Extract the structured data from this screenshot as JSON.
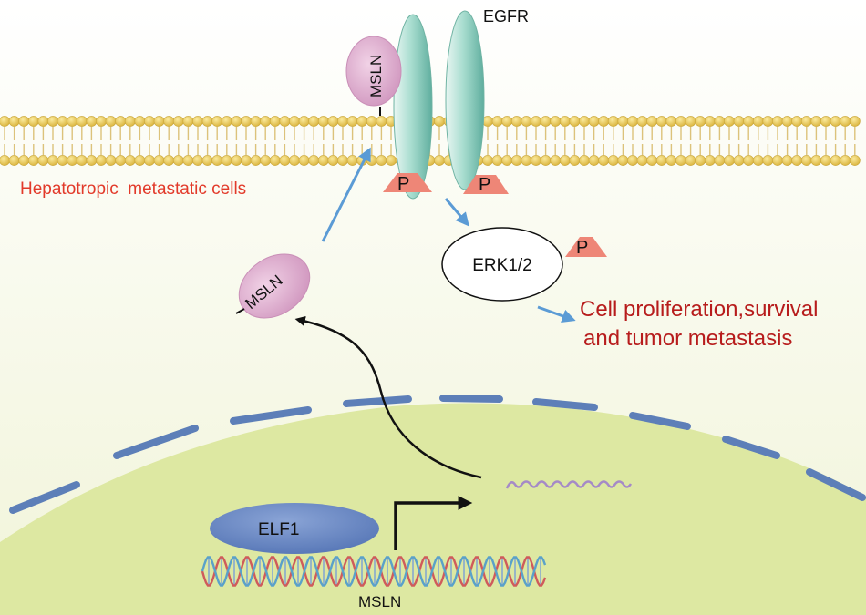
{
  "labels": {
    "egfr": "EGFR",
    "mesothelin_top": "MSLN",
    "mesothelin_mid": "MSLN",
    "mesothelin_gene": "MSLN",
    "phospho_left": "P",
    "phospho_right": "P",
    "phospho_erk": "P",
    "erk": "ERK1/2",
    "elf": "ELF1",
    "cells": "Hepatotropic  metastatic cells",
    "outcome_line1": "Cell proliferation,survival",
    "outcome_line2": "and  tumor metastasis"
  },
  "colors": {
    "background_top": "#ffffff",
    "background_bottom": "#f1f4d9",
    "nucleus": "#dde8a2",
    "nuclear_envelope": "#5d7fb8",
    "membrane_head": "#e4c34a",
    "egfr_receptor": "#9fd6c8",
    "mesothelin": "#dcaacb",
    "phosphate": "#ee8677",
    "elf1": "#6f8cc8",
    "signal_arrow": "#5b9bd5",
    "label_red": "#e23a2a",
    "label_darkred": "#b71c1c",
    "mrna": "#a58ac7"
  }
}
